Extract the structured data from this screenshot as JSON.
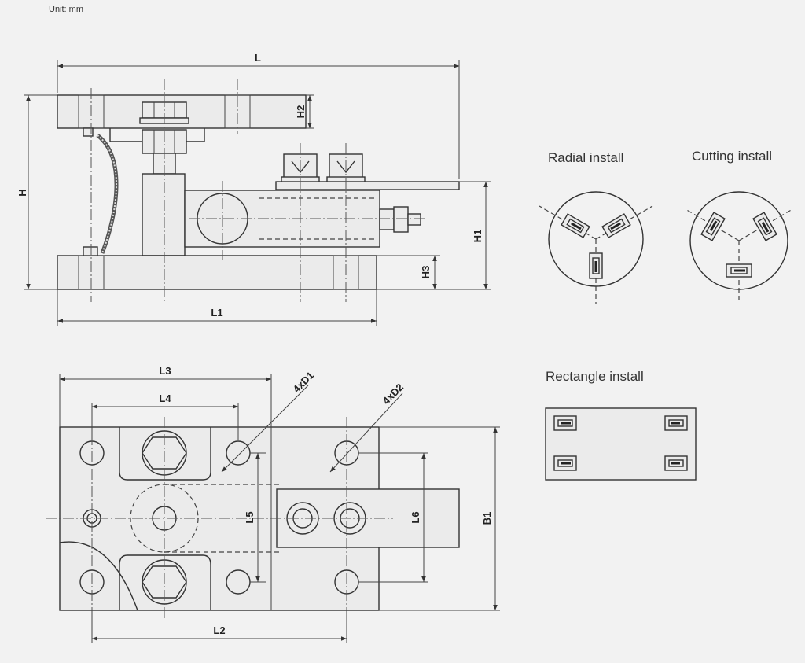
{
  "unit_label": "Unit: mm",
  "captions": {
    "radial": "Radial install",
    "cutting": "Cutting install",
    "rectangle": "Rectangle install"
  },
  "dimensions": {
    "L": "L",
    "H": "H",
    "H1": "H1",
    "H2": "H2",
    "H3": "H3",
    "L1": "L1",
    "L2": "L2",
    "L3": "L3",
    "L4": "L4",
    "L5": "L5",
    "L6": "L6",
    "B1": "B1",
    "D1": "4xD1",
    "D2": "4xD2"
  },
  "colors": {
    "line": "#333333",
    "background": "#f2f2f2"
  }
}
